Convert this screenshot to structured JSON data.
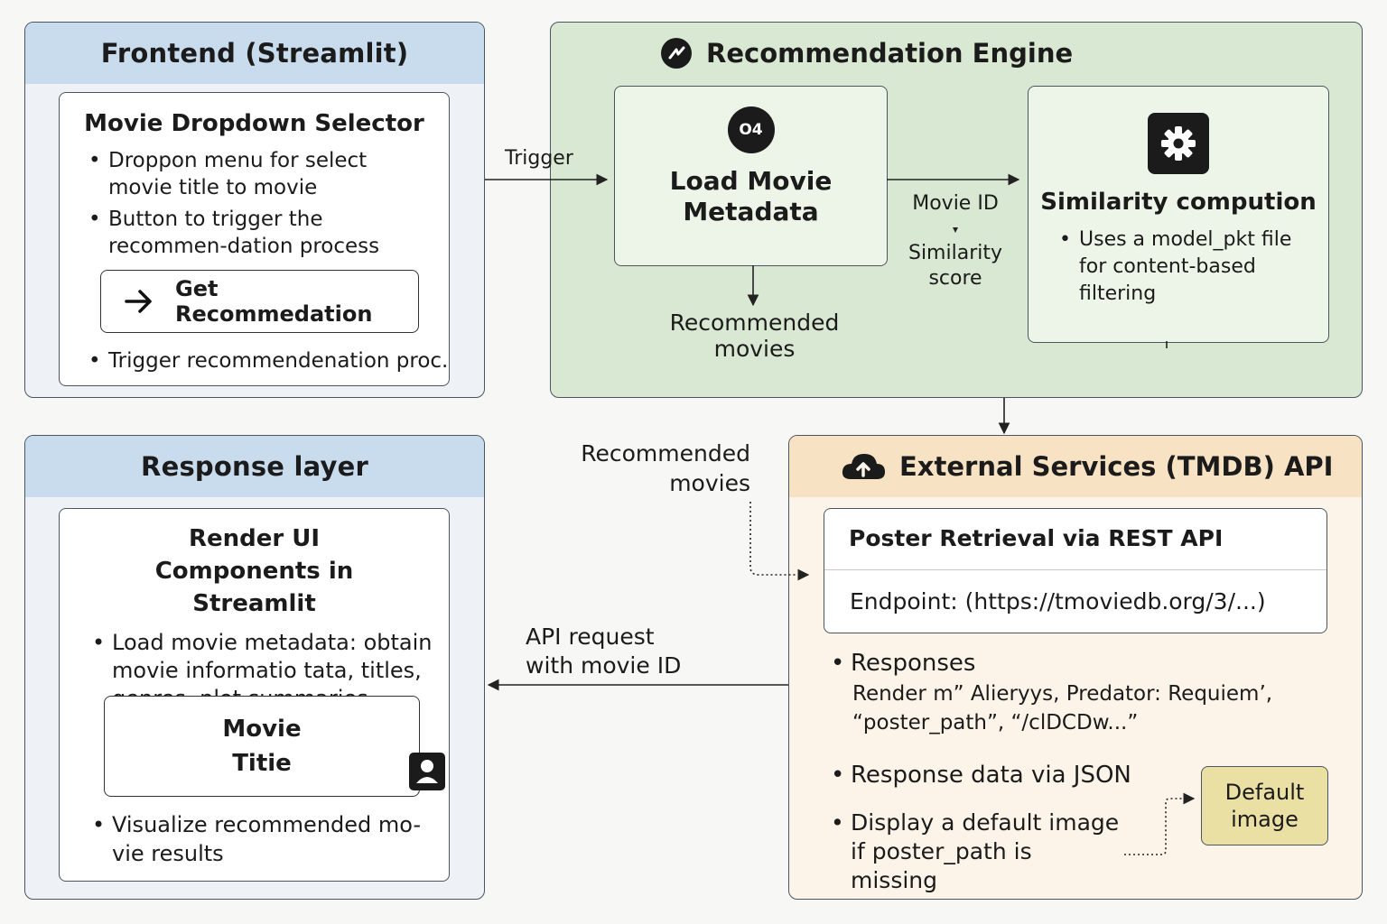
{
  "frontend": {
    "title": "Frontend (Streamlit)",
    "card_title": "Movie Dropdown Selector",
    "bullets": [
      "Droppon menu for select movie title to movie",
      "Button to trigger the recommen-dation process"
    ],
    "button_label": "Get Recommedation",
    "bottom_bullet": "Trigger recommendenation proc."
  },
  "engine": {
    "title": "Recommendation Engine",
    "load_icon_text": "O4",
    "load_title": "Load Movie Metadata",
    "similarity_title": "Similarity compution",
    "similarity_bullet": "Uses a model_pkt file for content-based filtering",
    "recommended_label": "Recommended movies",
    "movie_id_label": "Movie ID",
    "similarity_score_label": "Similarity score"
  },
  "edges": {
    "trigger": "Trigger",
    "recommended_movies": "Recommended movies",
    "api_request": "API request with movie ID"
  },
  "response": {
    "title": "Response layer",
    "card_title": "Render UI Components in Streamlit",
    "bullet_load": "Load movie metadata: obtain movie informatio tata, titles, genres, plot summaries",
    "movie_card": "Movie Titie",
    "bullet_visualize": "Visualize recommended mo-vie results"
  },
  "external": {
    "title": "External Services (TMDB) API",
    "poster_title": "Poster Retrieval via REST API",
    "endpoint": "Endpoint:  (https://tmoviedb.org/3/...)",
    "responses_label": "Responses",
    "responses_detail_1": "Render m” Alieryys, Predator: Requiem’,",
    "responses_detail_2": "“poster_path”, “/clDCDw...”",
    "json_label": "Response data via JSON",
    "default_bullet": "Display a default image if poster_path is missing",
    "default_box": "Default image"
  },
  "colors": {
    "frontend_header": "#c9dced",
    "frontend_bg": "#eef2f7",
    "engine_bg": "#d9e8d2",
    "engine_card": "#edf5e9",
    "external_header": "#f7e3c3",
    "external_bg": "#fcf4e8",
    "default_box": "#ebe0a4"
  }
}
